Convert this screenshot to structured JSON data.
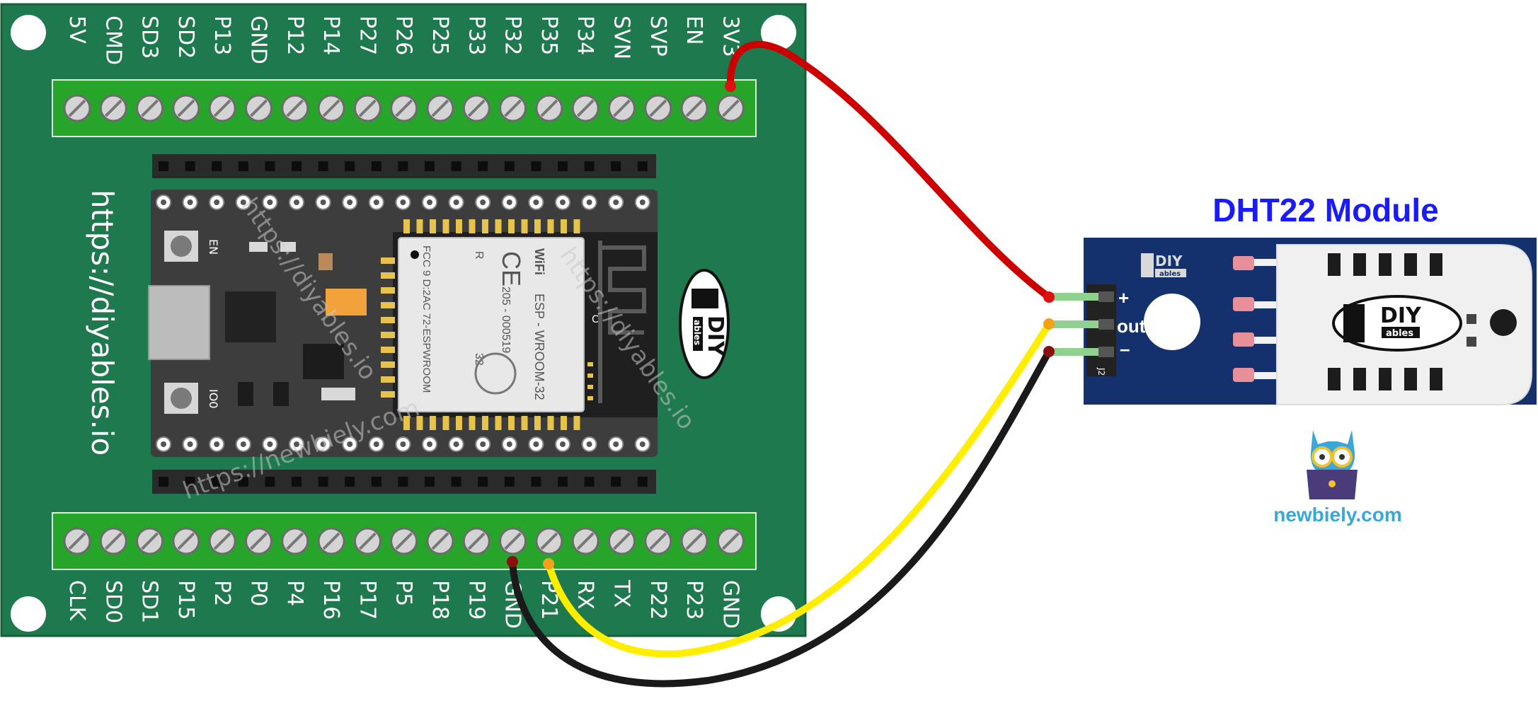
{
  "board": {
    "top_pins": [
      "5V",
      "CMD",
      "SD3",
      "SD2",
      "P13",
      "GND",
      "P12",
      "P14",
      "P27",
      "P26",
      "P25",
      "P33",
      "P32",
      "P35",
      "P34",
      "SVN",
      "SVP",
      "EN",
      "3V3"
    ],
    "bottom_pins": [
      "CLK",
      "SD0",
      "SD1",
      "P15",
      "P2",
      "P0",
      "P4",
      "P16",
      "P17",
      "P5",
      "P18",
      "P19",
      "GND",
      "P21",
      "RX",
      "TX",
      "P22",
      "P23",
      "GND"
    ],
    "url_text": "https://diyables.io",
    "watermarks": [
      "https://diyables.io",
      "https://newbiely.com",
      "https://diyables.io"
    ],
    "button_en_label": "EN",
    "button_io0_label": "IO0",
    "logo_diy": "DIY",
    "logo_ables": "ables",
    "colors": {
      "pcb": "#1e7a4e",
      "terminal": "#27a52b",
      "chip": "#3a3a3a"
    }
  },
  "chip": {
    "wifi_label": "WiFi",
    "model": "ESP - WROOM-32",
    "fcc_line": "FCC 9 D:2AC 72-ESPWROOM",
    "ce_mark": "CE",
    "cert_code": "205 - 000519",
    "r_mark": "R",
    "suffix": "32",
    "antenna_label": "C"
  },
  "module": {
    "title": "DHT22 Module",
    "pin_plus": "+",
    "pin_out": "out",
    "pin_minus": "–",
    "silk_code": "J2",
    "logo_diy": "DIY",
    "logo_ables": "ables",
    "colors": {
      "title": "#1a1aff",
      "pcb": "#14316e",
      "sensor": "#f0f0f0"
    }
  },
  "wires": [
    {
      "from": "3V3",
      "to": "+",
      "color": "#cc0000"
    },
    {
      "from": "P21",
      "to": "out",
      "color": "#ffee00"
    },
    {
      "from": "GND",
      "to": "–",
      "color": "#1a1a1a"
    }
  ],
  "brand": {
    "site": "newbiely.com",
    "color": "#3aa7d6"
  }
}
